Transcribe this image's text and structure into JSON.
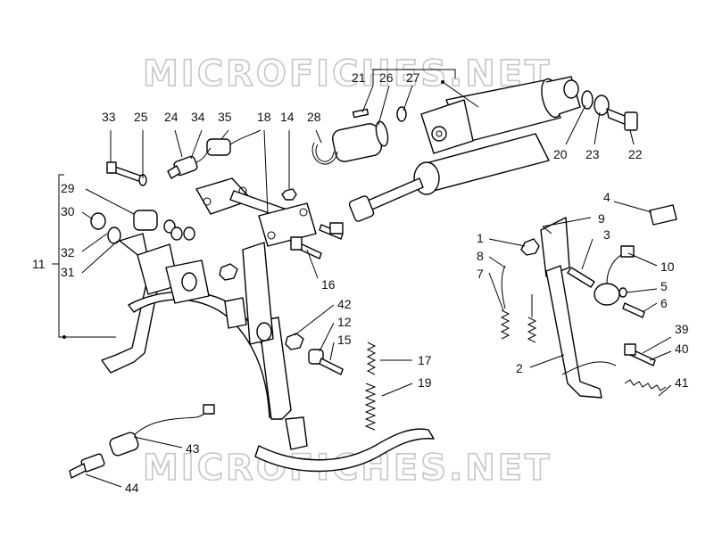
{
  "watermarks": [
    "MICROFICHES.NET",
    "MICROFICHES.NET"
  ],
  "callouts": {
    "c1": "1",
    "c2": "2",
    "c4": "4",
    "c3": "3",
    "c5": "5",
    "c6": "6",
    "c7": "7",
    "c8": "8",
    "c9": "9",
    "c10": "10",
    "c11": "11",
    "c12": "12",
    "c14": "14",
    "c15": "15",
    "c16": "16",
    "c17": "17",
    "c18": "18",
    "c19": "19",
    "c20": "20",
    "c21": "21",
    "c22": "22",
    "c23": "23",
    "c24": "24",
    "c25": "25",
    "c26": "26",
    "c27": "27",
    "c28": "28",
    "c29": "29",
    "c30": "30",
    "c31": "31",
    "c32": "32",
    "c33": "33",
    "c34": "34",
    "c35": "35",
    "c39": "39",
    "c40": "40",
    "c41": "41",
    "c42": "42",
    "c43": "43",
    "c44": "44"
  }
}
